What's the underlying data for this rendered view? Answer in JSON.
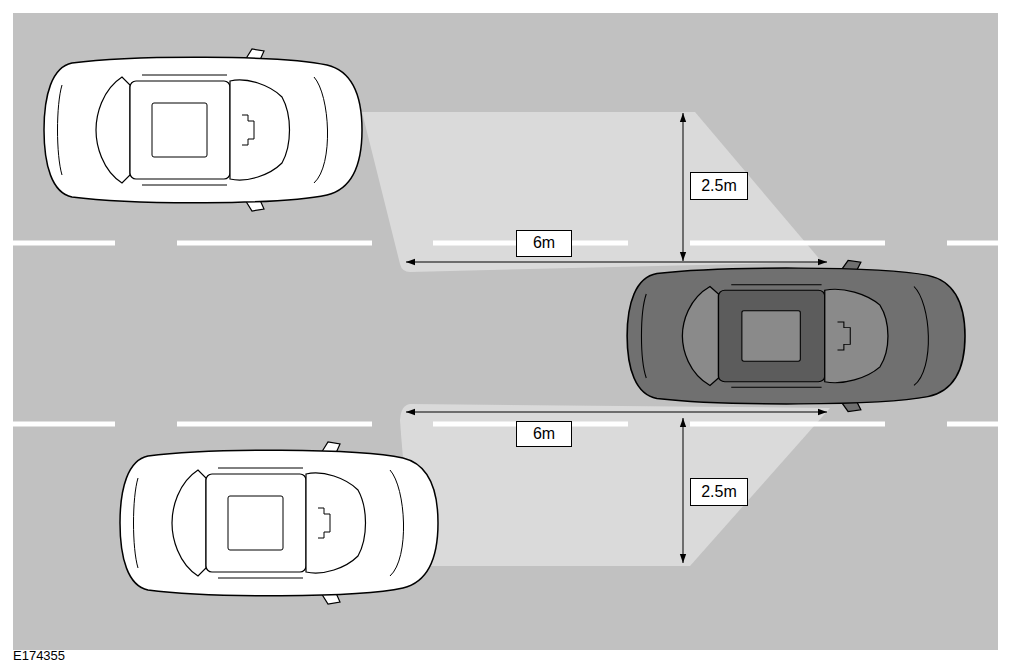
{
  "diagram": {
    "nodes": [
      {
        "text": [
          "2.5m"
        ]
      },
      {
        "text": [
          "6m"
        ]
      },
      {
        "text": [
          "6m"
        ]
      },
      {
        "text": [
          "2.5m"
        ]
      }
    ],
    "labels": [
      "E174355"
    ]
  }
}
